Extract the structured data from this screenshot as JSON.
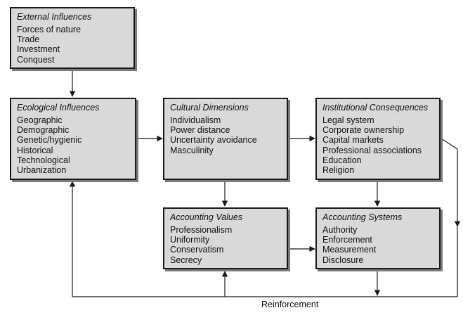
{
  "boxes": {
    "external": {
      "title": "External Influences",
      "items": [
        "Forces of nature",
        "Trade",
        "Investment",
        "Conquest"
      ]
    },
    "ecological": {
      "title": "Ecological Influences",
      "items": [
        "Geographic",
        "Demographic",
        "Genetic/hygienic",
        "Historical",
        "Technological",
        "Urbanization"
      ]
    },
    "cultural": {
      "title": "Cultural Dimensions",
      "items": [
        "Individualism",
        "Power distance",
        "Uncertainty avoidance",
        "Masculinity"
      ]
    },
    "institutional": {
      "title": "Institutional Consequences",
      "items": [
        "Legal system",
        "Corporate ownership",
        "Capital markets",
        "Professional associations",
        "Education",
        "Religion"
      ]
    },
    "values": {
      "title": "Accounting Values",
      "items": [
        "Professionalism",
        "Uniformity",
        "Conservatism",
        "Secrecy"
      ]
    },
    "systems": {
      "title": "Accounting Systems",
      "items": [
        "Authority",
        "Enforcement",
        "Measurement",
        "Disclosure"
      ]
    }
  },
  "feedback_label": "Reinforcement",
  "colors": {
    "box_fill": "#d9d9d9",
    "box_border": "#1a1a1a",
    "box_shadow": "#7a7a7a",
    "line": "#1a1a1a"
  }
}
